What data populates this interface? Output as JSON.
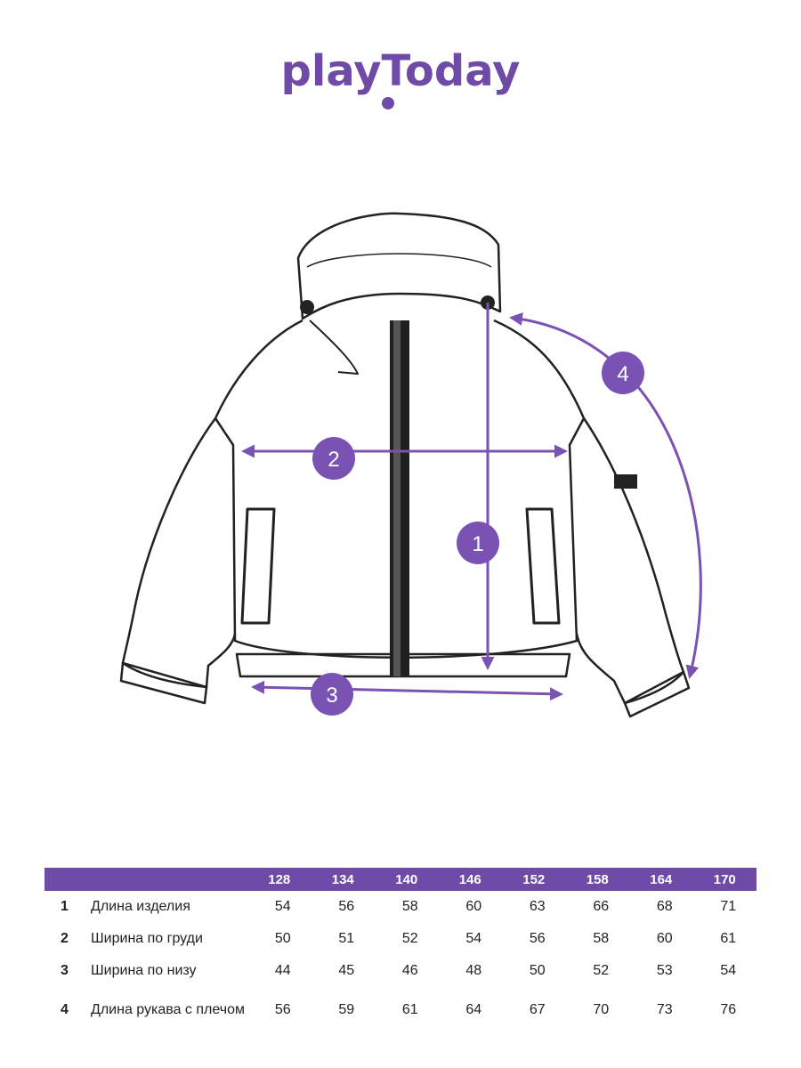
{
  "brand": {
    "logo_text": "playToday",
    "color": "#6f4aa6"
  },
  "diagram": {
    "markers": [
      "1",
      "2",
      "3",
      "4"
    ],
    "accent_color": "#7a52b3"
  },
  "table": {
    "sizes": [
      "128",
      "134",
      "140",
      "146",
      "152",
      "158",
      "164",
      "170"
    ],
    "rows": [
      {
        "num": "1",
        "label": "Длина изделия",
        "values": [
          "54",
          "56",
          "58",
          "60",
          "63",
          "66",
          "68",
          "71"
        ]
      },
      {
        "num": "2",
        "label": "Ширина по груди",
        "values": [
          "50",
          "51",
          "52",
          "54",
          "56",
          "58",
          "60",
          "61"
        ]
      },
      {
        "num": "3",
        "label": "Ширина по низу",
        "values": [
          "44",
          "45",
          "46",
          "48",
          "50",
          "52",
          "53",
          "54"
        ]
      },
      {
        "num": "4",
        "label": "Длина рукава с плечом",
        "values": [
          "56",
          "59",
          "61",
          "64",
          "67",
          "70",
          "73",
          "76"
        ]
      }
    ]
  }
}
